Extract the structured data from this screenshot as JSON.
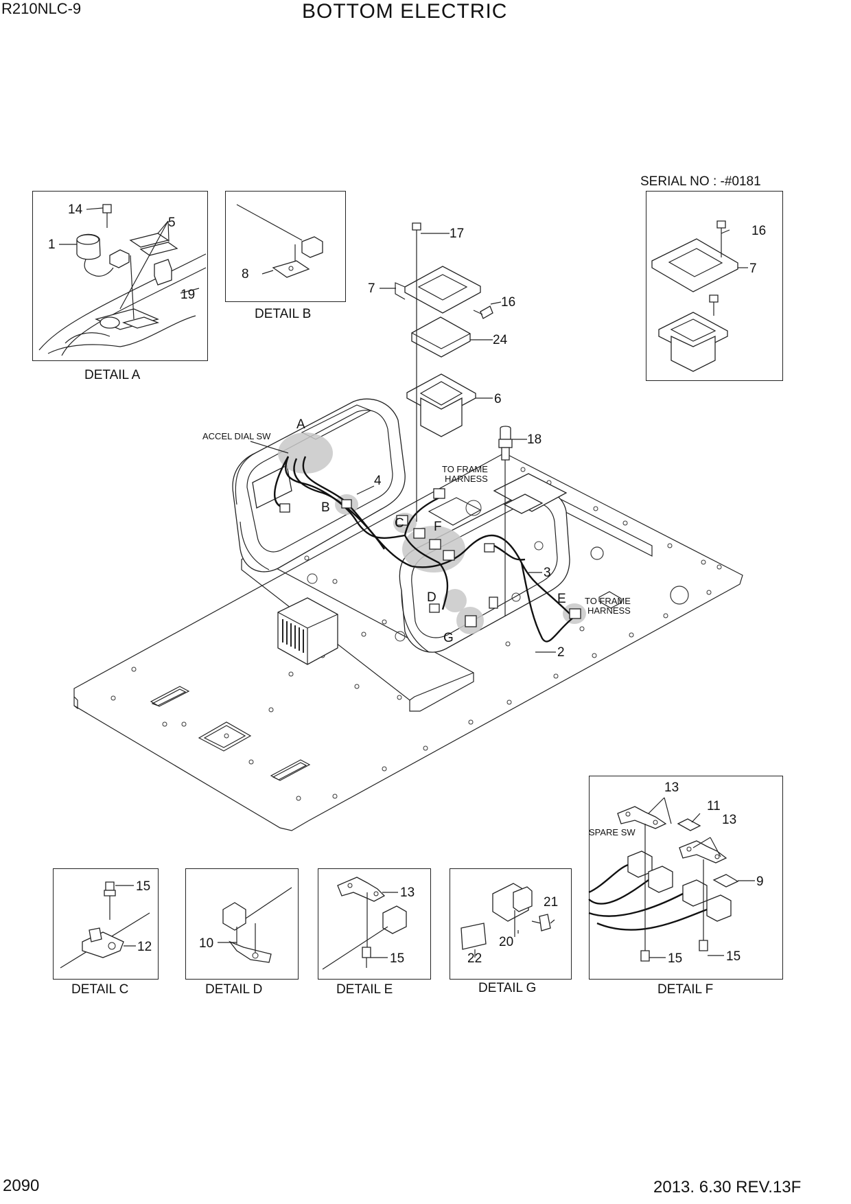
{
  "header": {
    "model": "R210NLC-9",
    "title": "BOTTOM ELECTRIC"
  },
  "footer": {
    "page": "2090",
    "revision": "2013. 6.30  REV.13F"
  },
  "serial_note": "SERIAL NO : -#0181",
  "details": {
    "a": "DETAIL A",
    "b": "DETAIL B",
    "c": "DETAIL C",
    "d": "DETAIL D",
    "e": "DETAIL E",
    "f": "DETAIL F",
    "g": "DETAIL  G"
  },
  "labels": {
    "accel_dial_sw": "ACCEL DIAL SW",
    "to_frame_harness_1": "TO FRAME",
    "to_frame_harness_2": "HARNESS",
    "spare_sw": "SPARE SW"
  },
  "detail_letters": [
    "A",
    "B",
    "C",
    "D",
    "E",
    "F",
    "G"
  ],
  "part_numbers": [
    "1",
    "2",
    "3",
    "4",
    "5",
    "6",
    "7",
    "8",
    "9",
    "10",
    "11",
    "12",
    "13",
    "14",
    "15",
    "16",
    "17",
    "18",
    "19",
    "20",
    "21",
    "22",
    "24"
  ]
}
